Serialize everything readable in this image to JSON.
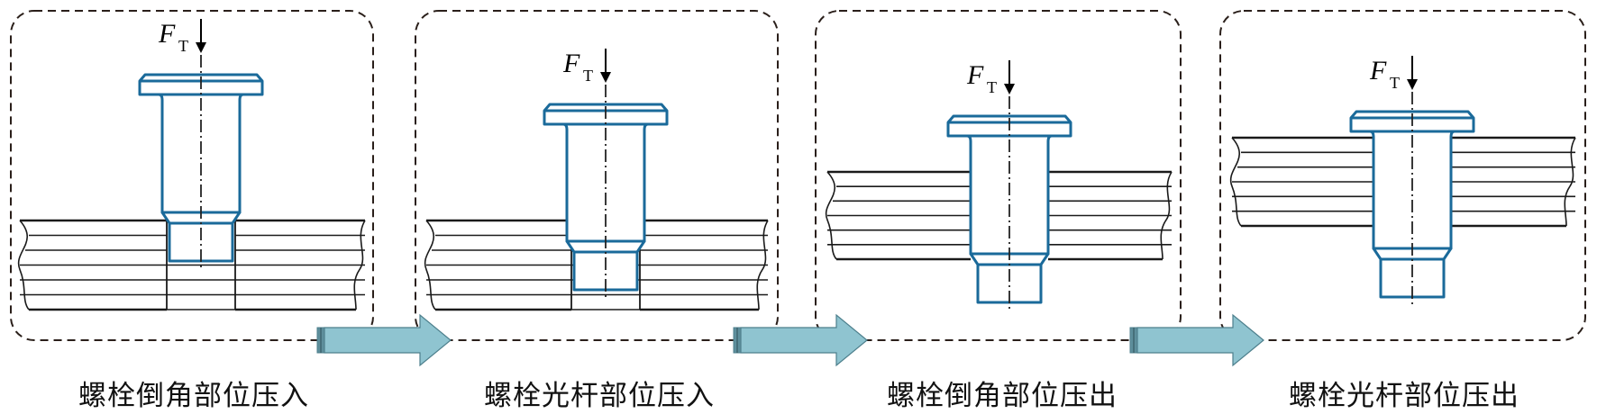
{
  "figure": {
    "force_symbol": "F",
    "force_subscript": "T",
    "colors": {
      "bolt_outline": "#1a6a9a",
      "plate_lines": "#1a1a1a",
      "dashed_frame": "#2a1f1a",
      "arrow_fill": "#8fc4d0",
      "arrow_stroke": "#4d7f8c"
    },
    "stages": [
      {
        "caption": "螺栓倒角部位压入",
        "bolt_position": "chamfer-entering"
      },
      {
        "caption": "螺栓光杆部位压入",
        "bolt_position": "shank-entering"
      },
      {
        "caption": "螺栓倒角部位压出",
        "bolt_position": "chamfer-exiting"
      },
      {
        "caption": "螺栓光杆部位压出",
        "bolt_position": "shank-exiting"
      }
    ]
  }
}
